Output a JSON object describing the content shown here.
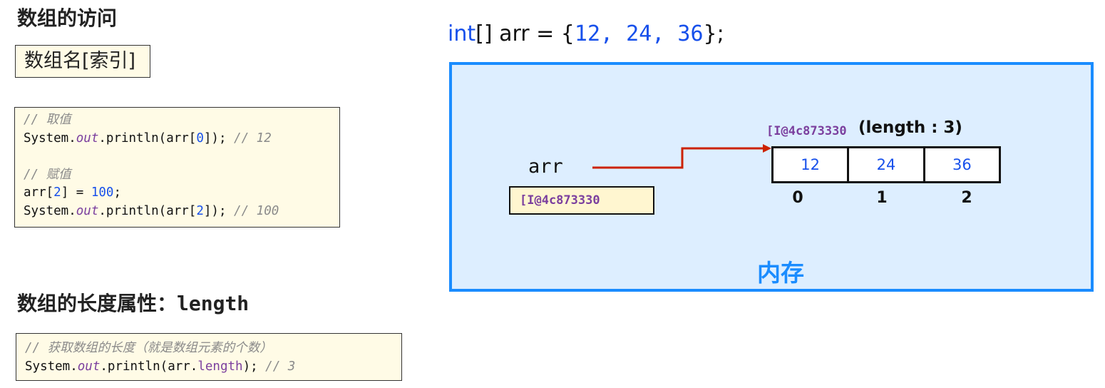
{
  "section1": {
    "title": "数组的访问",
    "syntax": "数组名[索引]",
    "code": {
      "c1": "// 取值",
      "l2a": "System.",
      "l2b": "out",
      "l2c": ".println(arr[",
      "l2d": "0",
      "l2e": "]); ",
      "l2f": "// 12",
      "c2": "// 赋值",
      "l5a": "arr[",
      "l5b": "2",
      "l5c": "] = ",
      "l5d": "100",
      "l5e": ";",
      "l6a": "System.",
      "l6b": "out",
      "l6c": ".println(arr[",
      "l6d": "2",
      "l6e": "]); ",
      "l6f": "// 100"
    }
  },
  "section2": {
    "title": "数组的长度属性：",
    "title_code": "length",
    "code": {
      "c1": "// 获取数组的长度（就是数组元素的个数）",
      "l2a": "System.",
      "l2b": "out",
      "l2c": ".println(arr.",
      "l2d": "length",
      "l2e": "); ",
      "l2f": "// 3"
    }
  },
  "declaration": {
    "kw": "int",
    "mid": "[] arr = {",
    "v1": "12",
    "s1": ", ",
    "v2": "24",
    "s2": ", ",
    "v3": "36",
    "end": "};"
  },
  "memory": {
    "label": "内存",
    "var_name": "arr",
    "var_value": "[I@4c873330",
    "array_address": "[I@4c873330",
    "length_label": "(length : 3)",
    "cells": [
      "12",
      "24",
      "36"
    ],
    "indices": [
      "0",
      "1",
      "2"
    ],
    "colors": {
      "border": "#1a8cff",
      "background": "#ddeeff",
      "arrow": "#cc2200"
    }
  }
}
